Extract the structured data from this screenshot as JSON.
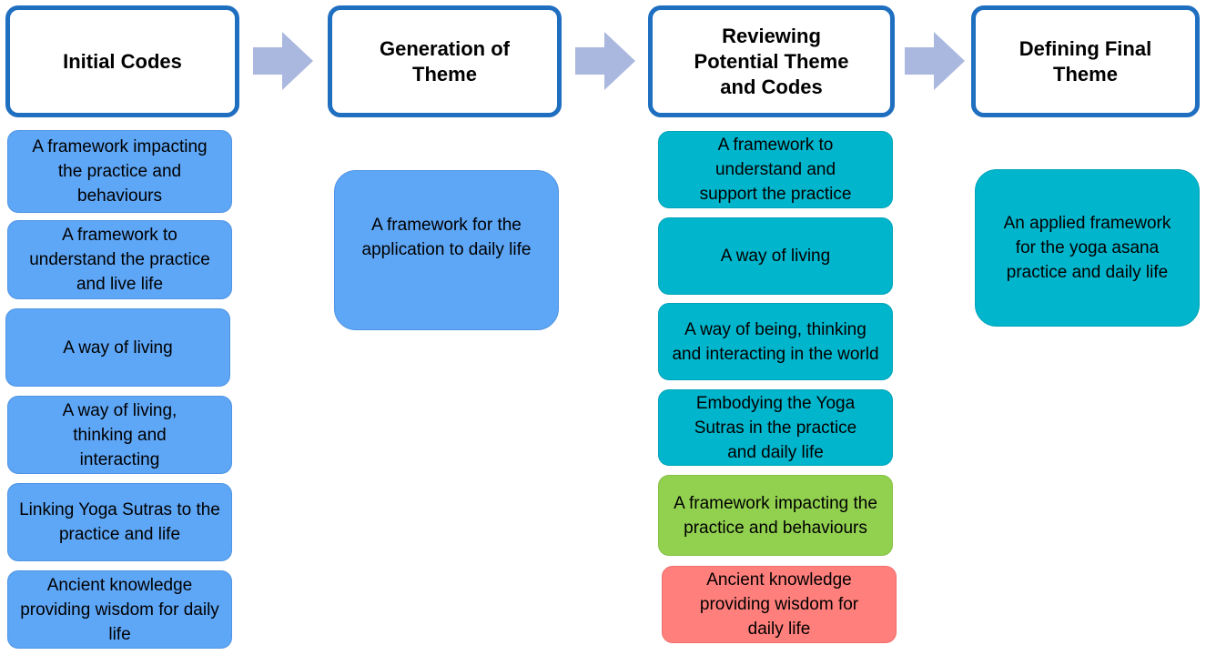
{
  "colors": {
    "header_border": "#1f6fc0",
    "blue": "#5ea6f6",
    "teal": "#00b5cc",
    "green": "#92d050",
    "red": "#ff7f7c",
    "arrow": "#aab8df"
  },
  "columns": [
    {
      "title": "Initial Codes",
      "items": [
        "A framework impacting the practice and behaviours",
        "A framework to understand the practice and live life",
        "A way of living",
        "A way of living, thinking and interacting",
        "Linking Yoga Sutras to the practice and life",
        "Ancient knowledge providing wisdom for daily life"
      ]
    },
    {
      "title": "Generation of Theme",
      "items": [
        "A framework for the application to daily life"
      ]
    },
    {
      "title": "Reviewing Potential Theme and Codes",
      "items": [
        "A framework to understand and support the practice",
        "A way of living",
        "A way of being, thinking and interacting in the world",
        "Embodying the Yoga Sutras in the practice and daily life",
        "A framework impacting the practice and behaviours",
        "Ancient knowledge providing wisdom for daily life"
      ]
    },
    {
      "title": "Defining Final Theme",
      "items": [
        "An applied framework for the yoga asana practice and daily life"
      ]
    }
  ]
}
